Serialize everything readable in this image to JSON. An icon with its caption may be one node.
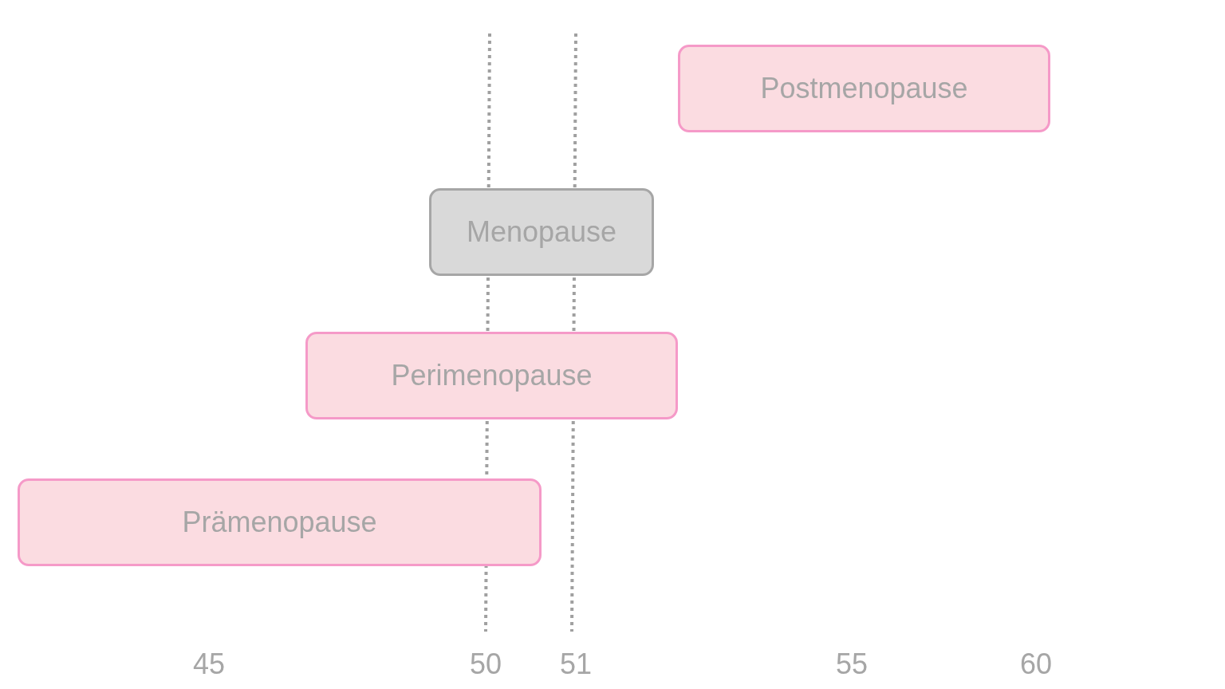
{
  "diagram": {
    "nodes": [
      {
        "text": [
          "Postmenopause"
        ]
      },
      {
        "text": [
          "Menopause"
        ]
      },
      {
        "text": [
          "Perimenopause"
        ]
      },
      {
        "text": [
          "Prämenopause"
        ]
      }
    ],
    "labels": [
      "45",
      "50",
      "51",
      "55",
      "60"
    ]
  }
}
